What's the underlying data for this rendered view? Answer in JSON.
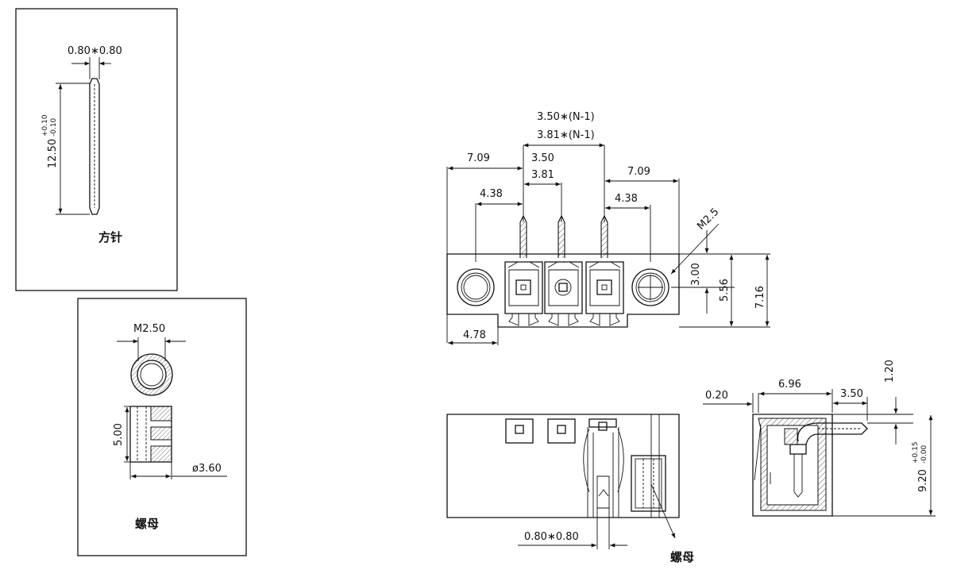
{
  "pin_panel": {
    "label": "方针",
    "section_dim": "0.80∗0.80",
    "length_dim": "12.50",
    "length_tol_upper": "+0.10",
    "length_tol_lower": "-0.10"
  },
  "nut_panel": {
    "label": "螺母",
    "thread_dim": "M2.50",
    "height_dim": "5.00",
    "diameter_dim": "ø3.60"
  },
  "front_view": {
    "pitch_a_formula": "3.50∗(N-1)",
    "pitch_b_formula": "3.81∗(N-1)",
    "pitch_a": "3.50",
    "pitch_b": "3.81",
    "flange_left": "7.09",
    "flange_right": "7.09",
    "hole_offset_left": "4.38",
    "hole_offset_right": "4.38",
    "screw_label": "M2.5",
    "dim_3_00": "3.00",
    "dim_5_56": "5.56",
    "dim_7_16": "7.16",
    "dim_4_78": "4.78"
  },
  "side_view": {
    "dim_0_20": "0.20",
    "dim_6_96": "6.96",
    "dim_3_50": "3.50",
    "dim_1_20": "1.20",
    "dim_9_20": "9.20",
    "tol_upper": "+0.15",
    "tol_lower": "-0.00"
  },
  "bottom_view": {
    "pin_section": "0.80∗0.80",
    "nut_label": "螺母"
  }
}
